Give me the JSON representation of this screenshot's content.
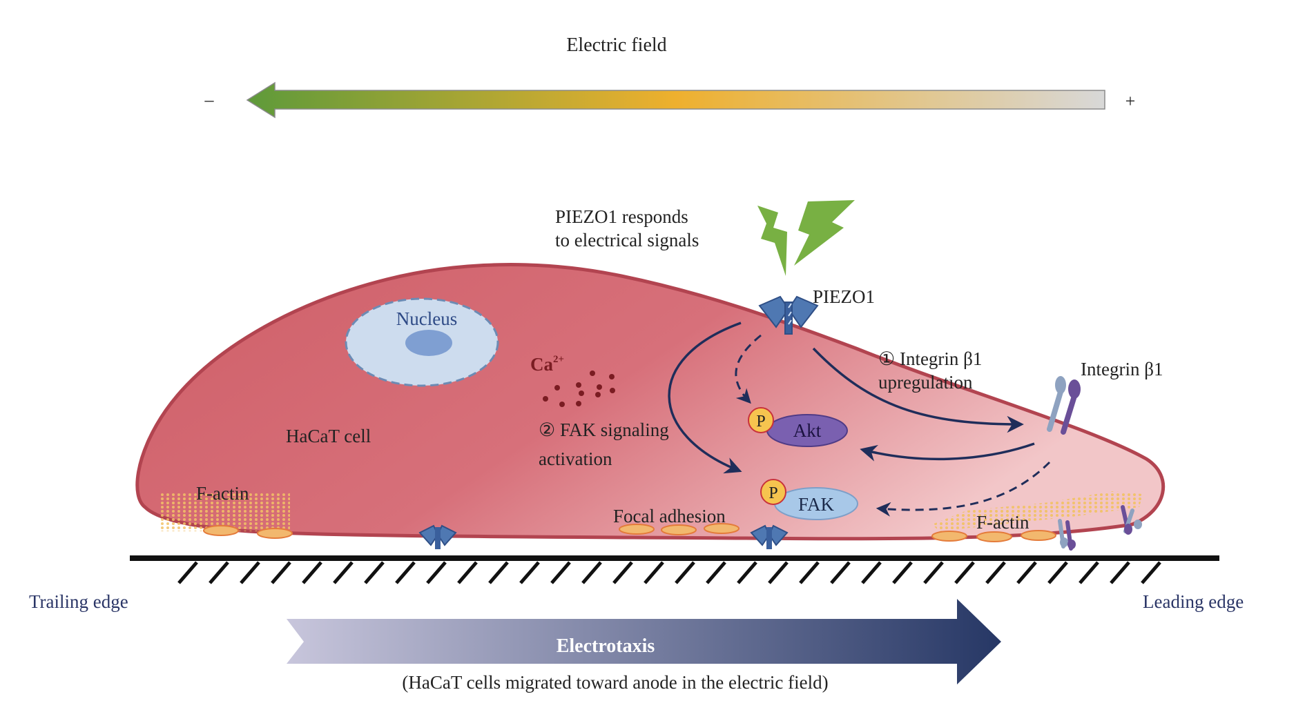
{
  "title": "Electric field",
  "field": {
    "minus": "–",
    "plus": "+",
    "colors": {
      "negative_end": "#5e9a3a",
      "middle": "#eeb02e",
      "positive_end": "#d8d8d8"
    }
  },
  "labels": {
    "piezo1_caption_line1": "PIEZO1 responds",
    "piezo1_caption_line2": "to electrical signals",
    "piezo1": "PIEZO1",
    "nucleus": "Nucleus",
    "ca": "Ca",
    "ca_charge": "2+",
    "integrin_step_line1": "① Integrin β1",
    "integrin_step_line2": "upregulation",
    "integrin": "Integrin β1",
    "akt": "Akt",
    "fak": "FAK",
    "phospho": "P",
    "fak_step_line1": "② FAK signaling",
    "fak_step_line2": "activation",
    "cell": "HaCaT cell",
    "factin": "F-actin",
    "focal_adhesion": "Focal adhesion",
    "trailing_edge": "Trailing edge",
    "leading_edge": "Leading edge",
    "electrotaxis": "Electrotaxis",
    "electrotaxis_caption": "(HaCaT cells migrated toward anode in the electric field)"
  },
  "colors": {
    "cell_fill": "#d2656c",
    "cell_edge": "#b24450",
    "nucleus_fill": "#cddcee",
    "nucleolus": "#7f9fd2",
    "piezo": "#4f78b2",
    "akt": "#7a60b0",
    "fak": "#a8c8e8",
    "phospho": "#f6c44f",
    "ca_dots": "#7a1c22",
    "arrows": "#1f2d5a",
    "bolt": "#78b043",
    "electrotaxis_start": "#c8c6dc",
    "electrotaxis_end": "#263765"
  }
}
